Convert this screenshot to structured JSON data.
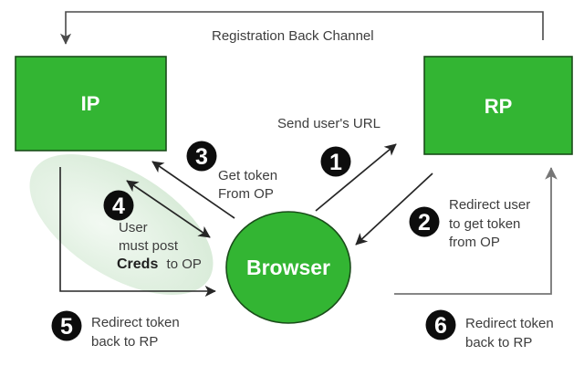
{
  "diagram": {
    "title": "Registration Back Channel",
    "nodes": {
      "ip": {
        "label": "IP"
      },
      "rp": {
        "label": "RP"
      },
      "browser": {
        "label": "Browser"
      }
    },
    "steps": [
      {
        "num": "1",
        "lines": [
          "Send user's URL"
        ]
      },
      {
        "num": "2",
        "lines": [
          "Redirect user",
          "to get token",
          "from OP"
        ]
      },
      {
        "num": "3",
        "lines": [
          "Get token",
          "From OP"
        ]
      },
      {
        "num": "4",
        "lines": [
          "User",
          "must post"
        ],
        "bold_word": "Creds",
        "bold_rest": "to OP"
      },
      {
        "num": "5",
        "lines": [
          "Redirect token",
          "back to RP"
        ]
      },
      {
        "num": "6",
        "lines": [
          "Redirect token",
          "back to RP"
        ]
      }
    ],
    "colors": {
      "background": "#ffffff",
      "node_fill": "#33b533",
      "node_stroke": "#1a4d1a",
      "node_text": "#ffffff",
      "badge_fill": "#0d0d0d",
      "badge_text": "#ffffff",
      "label_text": "#3d3d3d",
      "creds_text": "#1f1f1f",
      "line": "#262626",
      "line_channel": "#4a4a4a",
      "line_gray": "#767676",
      "ellipse_inner": "#f2f9f2",
      "ellipse_outer": "#d4e9d4"
    }
  }
}
